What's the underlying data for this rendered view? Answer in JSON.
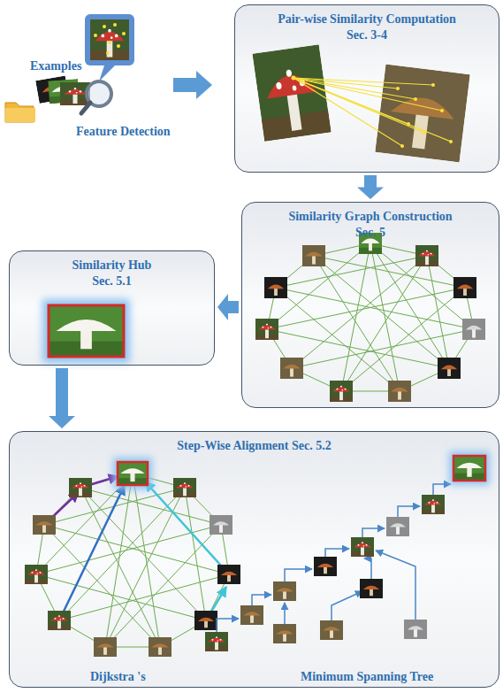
{
  "diagram": {
    "nodes": [
      {
        "text": [
          "Pair-wise Similarity Computation",
          "Sec. 3-4"
        ]
      },
      {
        "text": [
          "Similarity Graph Construction",
          "Sec. 5"
        ]
      },
      {
        "text": [
          "Similarity Hub",
          "Sec. 5.1"
        ]
      },
      {
        "text": [
          "Step-Wise Alignment Sec. 5.2"
        ]
      }
    ],
    "edges": [
      {
        "from": 0,
        "to": 1,
        "arrow": "to"
      },
      {
        "from": 1,
        "to": 2,
        "arrow": "to"
      },
      {
        "from": 2,
        "to": 3,
        "arrow": "to"
      }
    ],
    "labels": [
      "Examples",
      "Feature Detection",
      "Dijkstra 's",
      "Minimum Spanning Tree"
    ]
  }
}
